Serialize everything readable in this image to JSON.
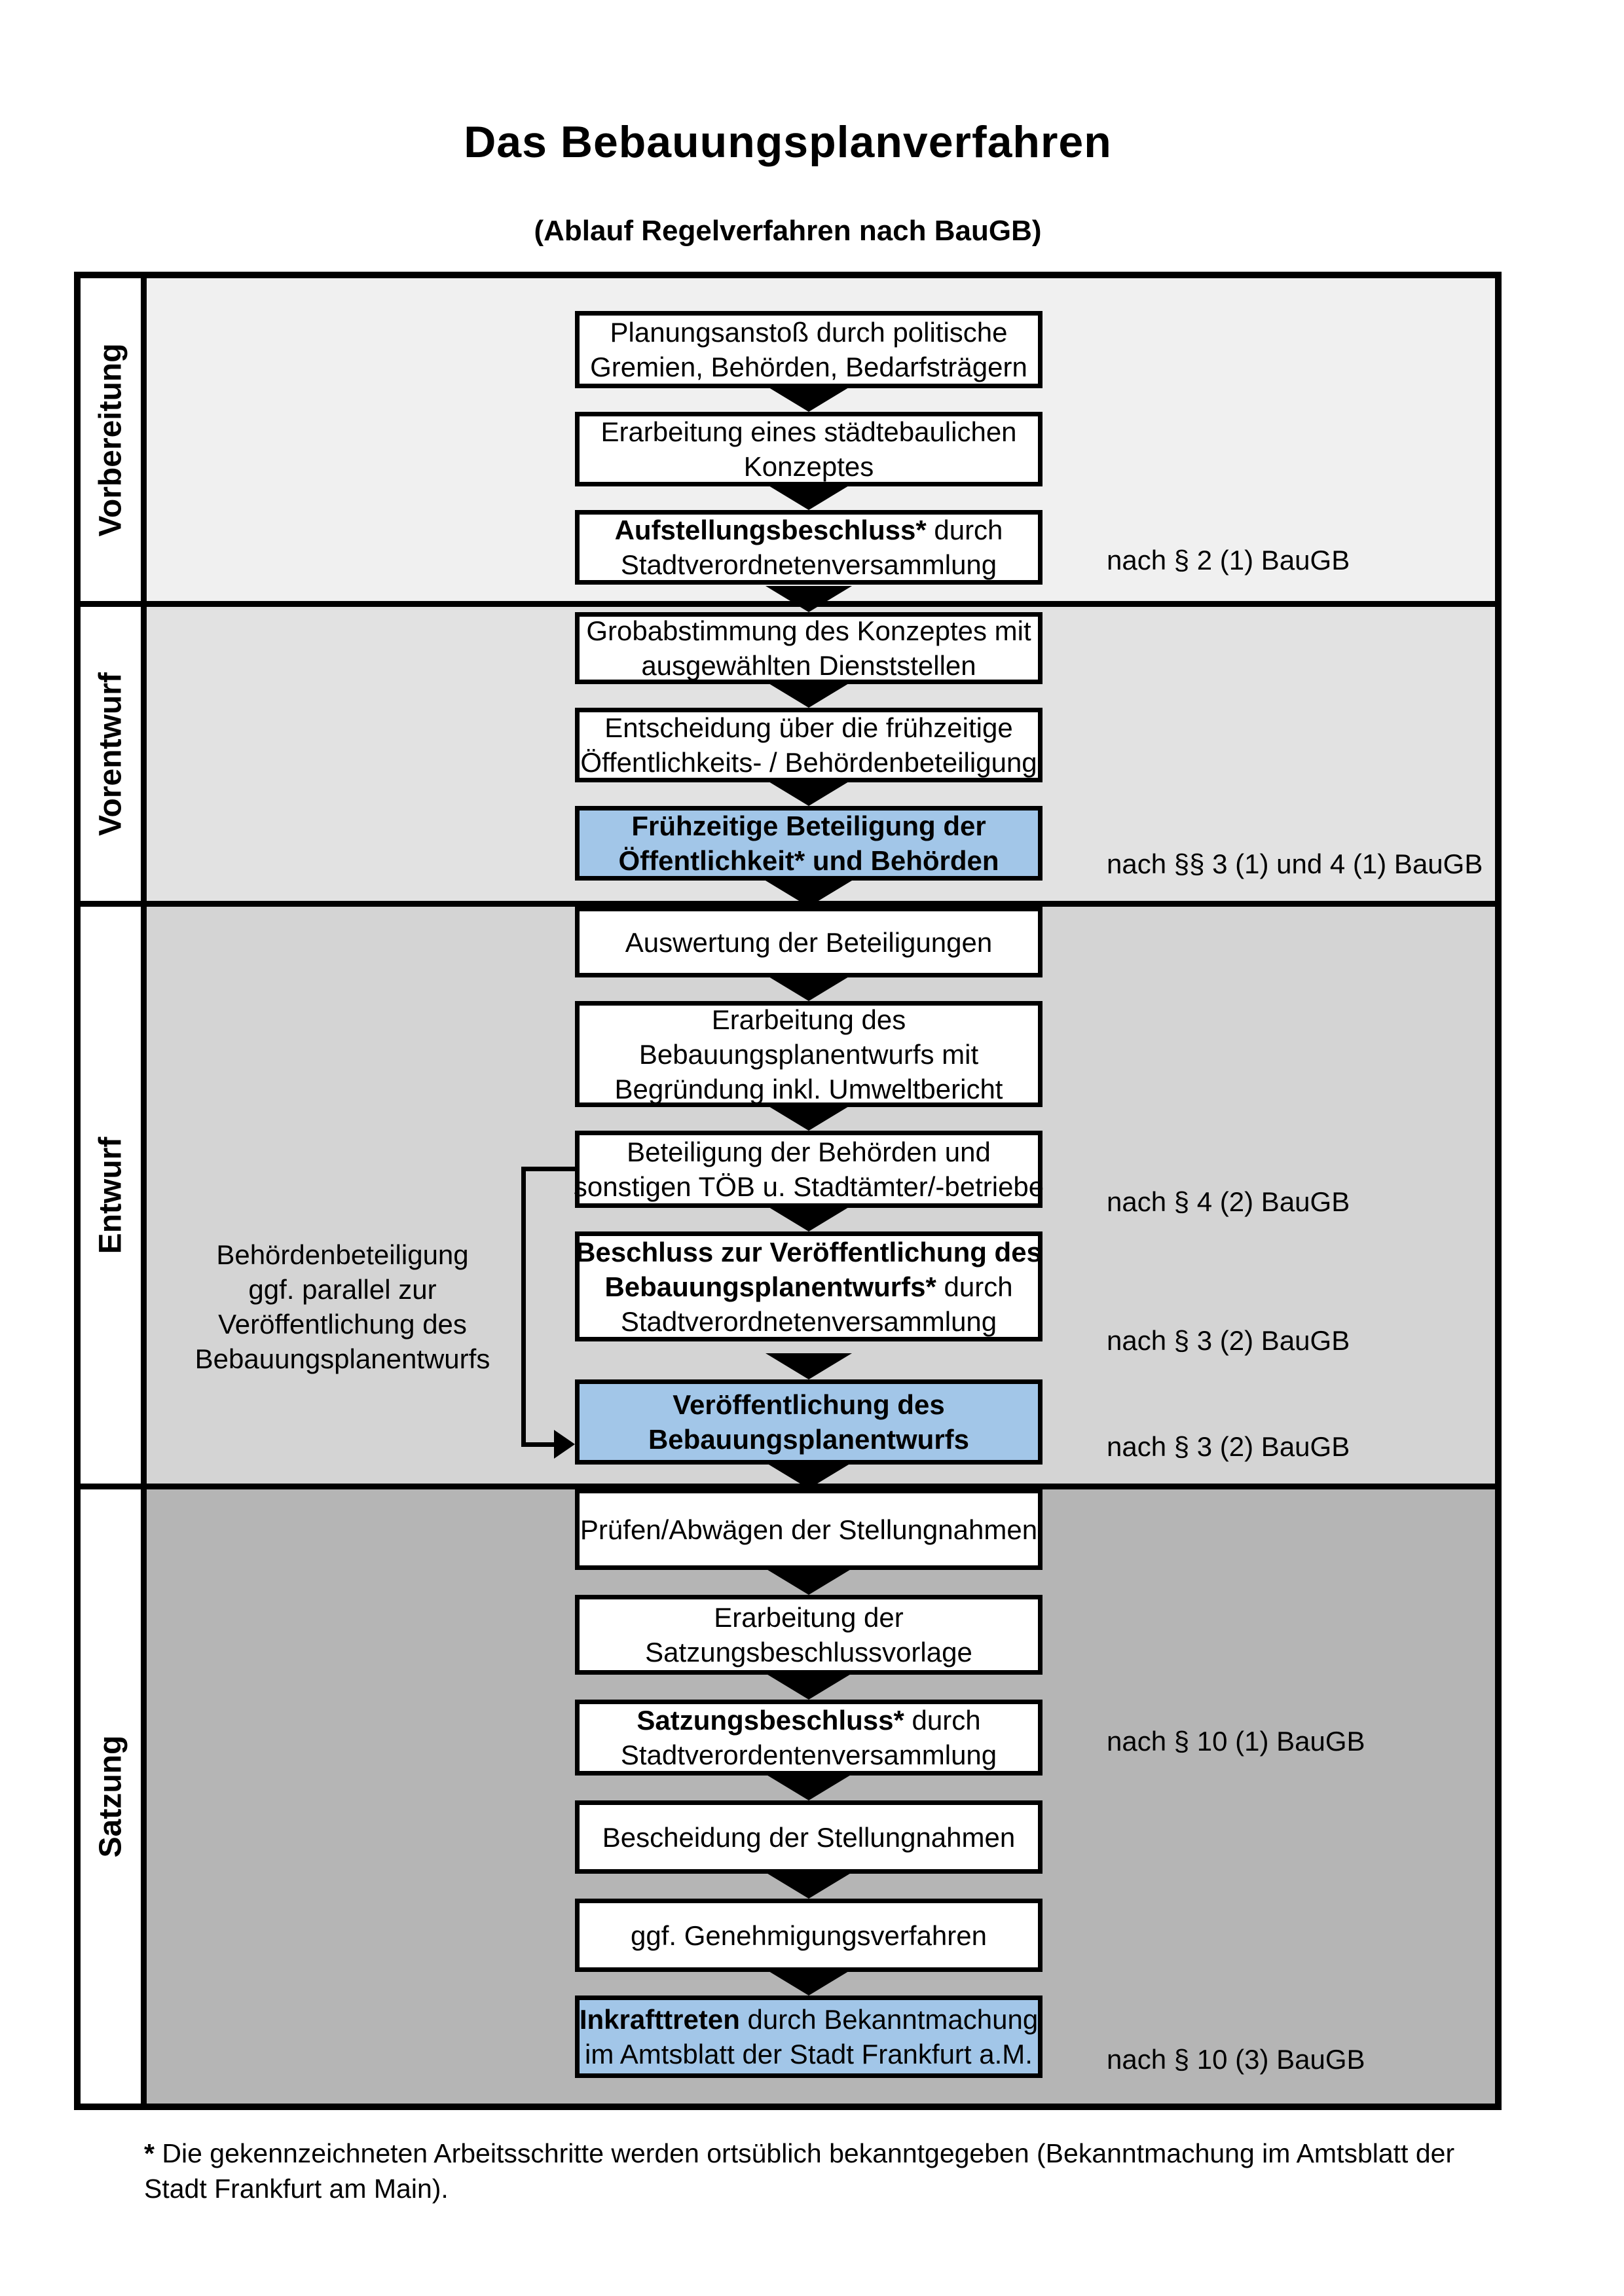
{
  "header": {
    "title": "Das Bebauungsplanverfahren",
    "subtitle": "(Ablauf Regelverfahren nach BauGB)"
  },
  "phases": [
    {
      "label": "Vorbereitung"
    },
    {
      "label": "Vorentwurf"
    },
    {
      "label": "Entwurf"
    },
    {
      "label": "Satzung"
    }
  ],
  "steps": [
    {
      "phase": 0,
      "highlight": false,
      "lines": [
        [
          {
            "text": "Planungsanstoß durch politische",
            "bold": false
          }
        ],
        [
          {
            "text": "Gremien, Behörden, Bedarfsträgern",
            "bold": false
          }
        ]
      ]
    },
    {
      "phase": 0,
      "highlight": false,
      "lines": [
        [
          {
            "text": "Erarbeitung eines städtebaulichen",
            "bold": false
          }
        ],
        [
          {
            "text": "Konzeptes",
            "bold": false
          }
        ]
      ]
    },
    {
      "phase": 0,
      "highlight": false,
      "law_ref": "nach § 2 (1) BauGB",
      "lines": [
        [
          {
            "text": "Aufstellungsbeschluss*",
            "bold": true
          },
          {
            "text": " durch",
            "bold": false
          }
        ],
        [
          {
            "text": "Stadtverordnetenversammlung",
            "bold": false
          }
        ]
      ]
    },
    {
      "phase": 1,
      "highlight": false,
      "lines": [
        [
          {
            "text": "Grobabstimmung des Konzeptes mit",
            "bold": false
          }
        ],
        [
          {
            "text": "ausgewählten Dienststellen",
            "bold": false
          }
        ]
      ]
    },
    {
      "phase": 1,
      "highlight": false,
      "lines": [
        [
          {
            "text": "Entscheidung über die frühzeitige",
            "bold": false
          }
        ],
        [
          {
            "text": "Öffentlichkeits- / Behördenbeteiligung",
            "bold": false
          }
        ]
      ]
    },
    {
      "phase": 1,
      "highlight": true,
      "law_ref": "nach §§ 3 (1) und 4 (1) BauGB",
      "lines": [
        [
          {
            "text": "Frühzeitige Beteiligung der",
            "bold": true
          }
        ],
        [
          {
            "text": "Öffentlichkeit* und Behörden",
            "bold": true
          }
        ]
      ]
    },
    {
      "phase": 2,
      "highlight": false,
      "lines": [
        [
          {
            "text": "Auswertung der Beteiligungen",
            "bold": false
          }
        ]
      ]
    },
    {
      "phase": 2,
      "highlight": false,
      "lines": [
        [
          {
            "text": "Erarbeitung des",
            "bold": false
          }
        ],
        [
          {
            "text": "Bebauungsplanentwurfs mit",
            "bold": false
          }
        ],
        [
          {
            "text": "Begründung inkl. Umweltbericht",
            "bold": false
          }
        ]
      ]
    },
    {
      "phase": 2,
      "highlight": false,
      "law_ref": "nach § 4 (2) BauGB",
      "lines": [
        [
          {
            "text": "Beteiligung der Behörden und",
            "bold": false
          }
        ],
        [
          {
            "text": "sonstigen TÖB u. Stadtämter/-betriebe",
            "bold": false
          }
        ]
      ]
    },
    {
      "phase": 2,
      "highlight": false,
      "law_ref": "nach § 3 (2) BauGB",
      "lines": [
        [
          {
            "text": "Beschluss zur Veröffentlichung des",
            "bold": true
          }
        ],
        [
          {
            "text": "Bebauungsplanentwurfs*",
            "bold": true
          },
          {
            "text": " durch",
            "bold": false
          }
        ],
        [
          {
            "text": "Stadtverordnetenversammlung",
            "bold": false
          }
        ]
      ]
    },
    {
      "phase": 2,
      "highlight": true,
      "law_ref": "nach § 3 (2) BauGB",
      "lines": [
        [
          {
            "text": "Veröffentlichung des",
            "bold": true
          }
        ],
        [
          {
            "text": "Bebauungsplanentwurfs",
            "bold": true
          }
        ]
      ]
    },
    {
      "phase": 3,
      "highlight": false,
      "lines": [
        [
          {
            "text": "Prüfen/Abwägen der Stellungnahmen",
            "bold": false
          }
        ]
      ]
    },
    {
      "phase": 3,
      "highlight": false,
      "lines": [
        [
          {
            "text": "Erarbeitung der",
            "bold": false
          }
        ],
        [
          {
            "text": "Satzungsbeschlussvorlage",
            "bold": false
          }
        ]
      ]
    },
    {
      "phase": 3,
      "highlight": false,
      "law_ref": "nach § 10 (1) BauGB",
      "lines": [
        [
          {
            "text": "Satzungsbeschluss*",
            "bold": true
          },
          {
            "text": " durch",
            "bold": false
          }
        ],
        [
          {
            "text": "Stadtverordentenversammlung",
            "bold": false
          }
        ]
      ]
    },
    {
      "phase": 3,
      "highlight": false,
      "lines": [
        [
          {
            "text": "Bescheidung der Stellungnahmen",
            "bold": false
          }
        ]
      ]
    },
    {
      "phase": 3,
      "highlight": false,
      "lines": [
        [
          {
            "text": "ggf. Genehmigungsverfahren",
            "bold": false
          }
        ]
      ]
    },
    {
      "phase": 3,
      "highlight": true,
      "law_ref": "nach § 10 (3) BauGB",
      "lines": [
        [
          {
            "text": "Inkrafttreten",
            "bold": true
          },
          {
            "text": " durch Bekanntmachung",
            "bold": false
          }
        ],
        [
          {
            "text": "im Amtsblatt der Stadt Frankfurt a.M.",
            "bold": false
          }
        ]
      ]
    }
  ],
  "side_note": {
    "lines": [
      "Behördenbeteiligung",
      "ggf. parallel zur",
      "Veröffentlichung des",
      "Bebauungsplanentwurfs"
    ]
  },
  "footnote": {
    "marker": "*",
    "text": "Die gekennzeichneten Arbeitsschritte werden ortsüblich bekanntgegeben (Bekanntmachung im Amtsblatt  der Stadt Frankfurt am Main)."
  },
  "colors": {
    "highlight_blue": "#a2c6e8",
    "section_grays": [
      "#f0f0f0",
      "#e2e2e2",
      "#d4d4d4",
      "#b5b5b5"
    ]
  }
}
